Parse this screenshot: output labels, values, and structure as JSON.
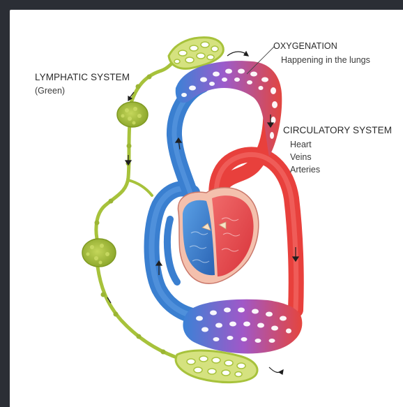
{
  "labels": {
    "lymphatic_title": "LYMPHATIC SYSTEM",
    "lymphatic_sub": "(Green)",
    "oxygenation_title": "OXYGENATION",
    "oxygenation_sub": "Happening in the lungs",
    "circulatory_title": "CIRCULATORY SYSTEM",
    "circulatory_items": [
      "Heart",
      "Veins",
      "Arteries"
    ]
  },
  "colors": {
    "frame_background": "#2b2e35",
    "canvas": "#ffffff",
    "arteries": "#e8403c",
    "veins": "#3a7fd0",
    "capillaries": "#a85ac8",
    "lymph": "#a7c23b",
    "lymph_node": "#8aa82a"
  }
}
